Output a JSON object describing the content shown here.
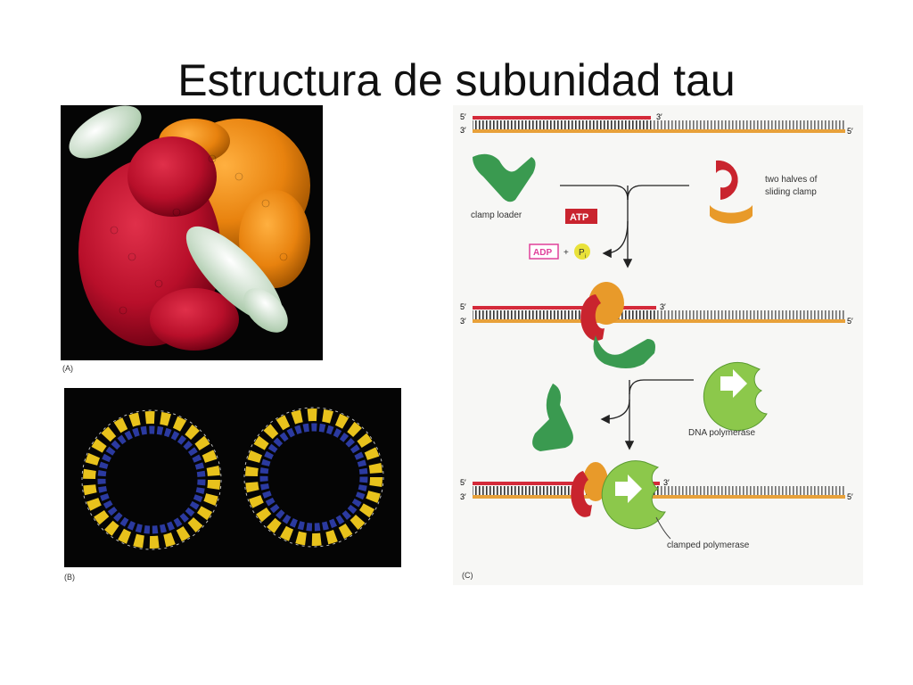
{
  "title": "Estructura de subunidad tau",
  "panel_labels": {
    "a": "(A)",
    "b": "(B)",
    "c": "(C)"
  },
  "diagram": {
    "five_prime": "5′",
    "three_prime": "3′",
    "clamp_loader": "clamp loader",
    "two_halves_line1": "two halves of",
    "two_halves_line2": "sliding clamp",
    "atp": "ATP",
    "adp": "ADP",
    "plus": "+",
    "pi": "P",
    "pi_sub": "i",
    "dna_polymerase": "DNA polymerase",
    "clamped_polymerase": "clamped polymerase"
  },
  "colors": {
    "primer_red": "#d42a3a",
    "template_orange": "#e8a13a",
    "loader_green": "#3a9a50",
    "polymerase_green": "#8cc84b",
    "clamp_red": "#c9242e",
    "clamp_orange": "#e89a2a",
    "protein_red": "#c0102c",
    "protein_orange": "#e88a14",
    "dna_white": "#e6efe4",
    "helix_blue": "#2b3aa0",
    "sheet_yellow": "#e8c21c"
  }
}
